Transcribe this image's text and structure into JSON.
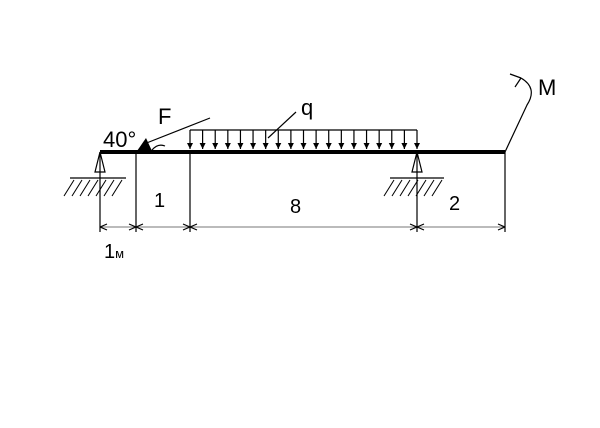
{
  "labels": {
    "force": "F",
    "angle": "40°",
    "load": "q",
    "moment": "M"
  },
  "dimensions": {
    "d1_value": "1",
    "d1_unit": "м",
    "d2": "1",
    "d3": "8",
    "d4": "2"
  }
}
